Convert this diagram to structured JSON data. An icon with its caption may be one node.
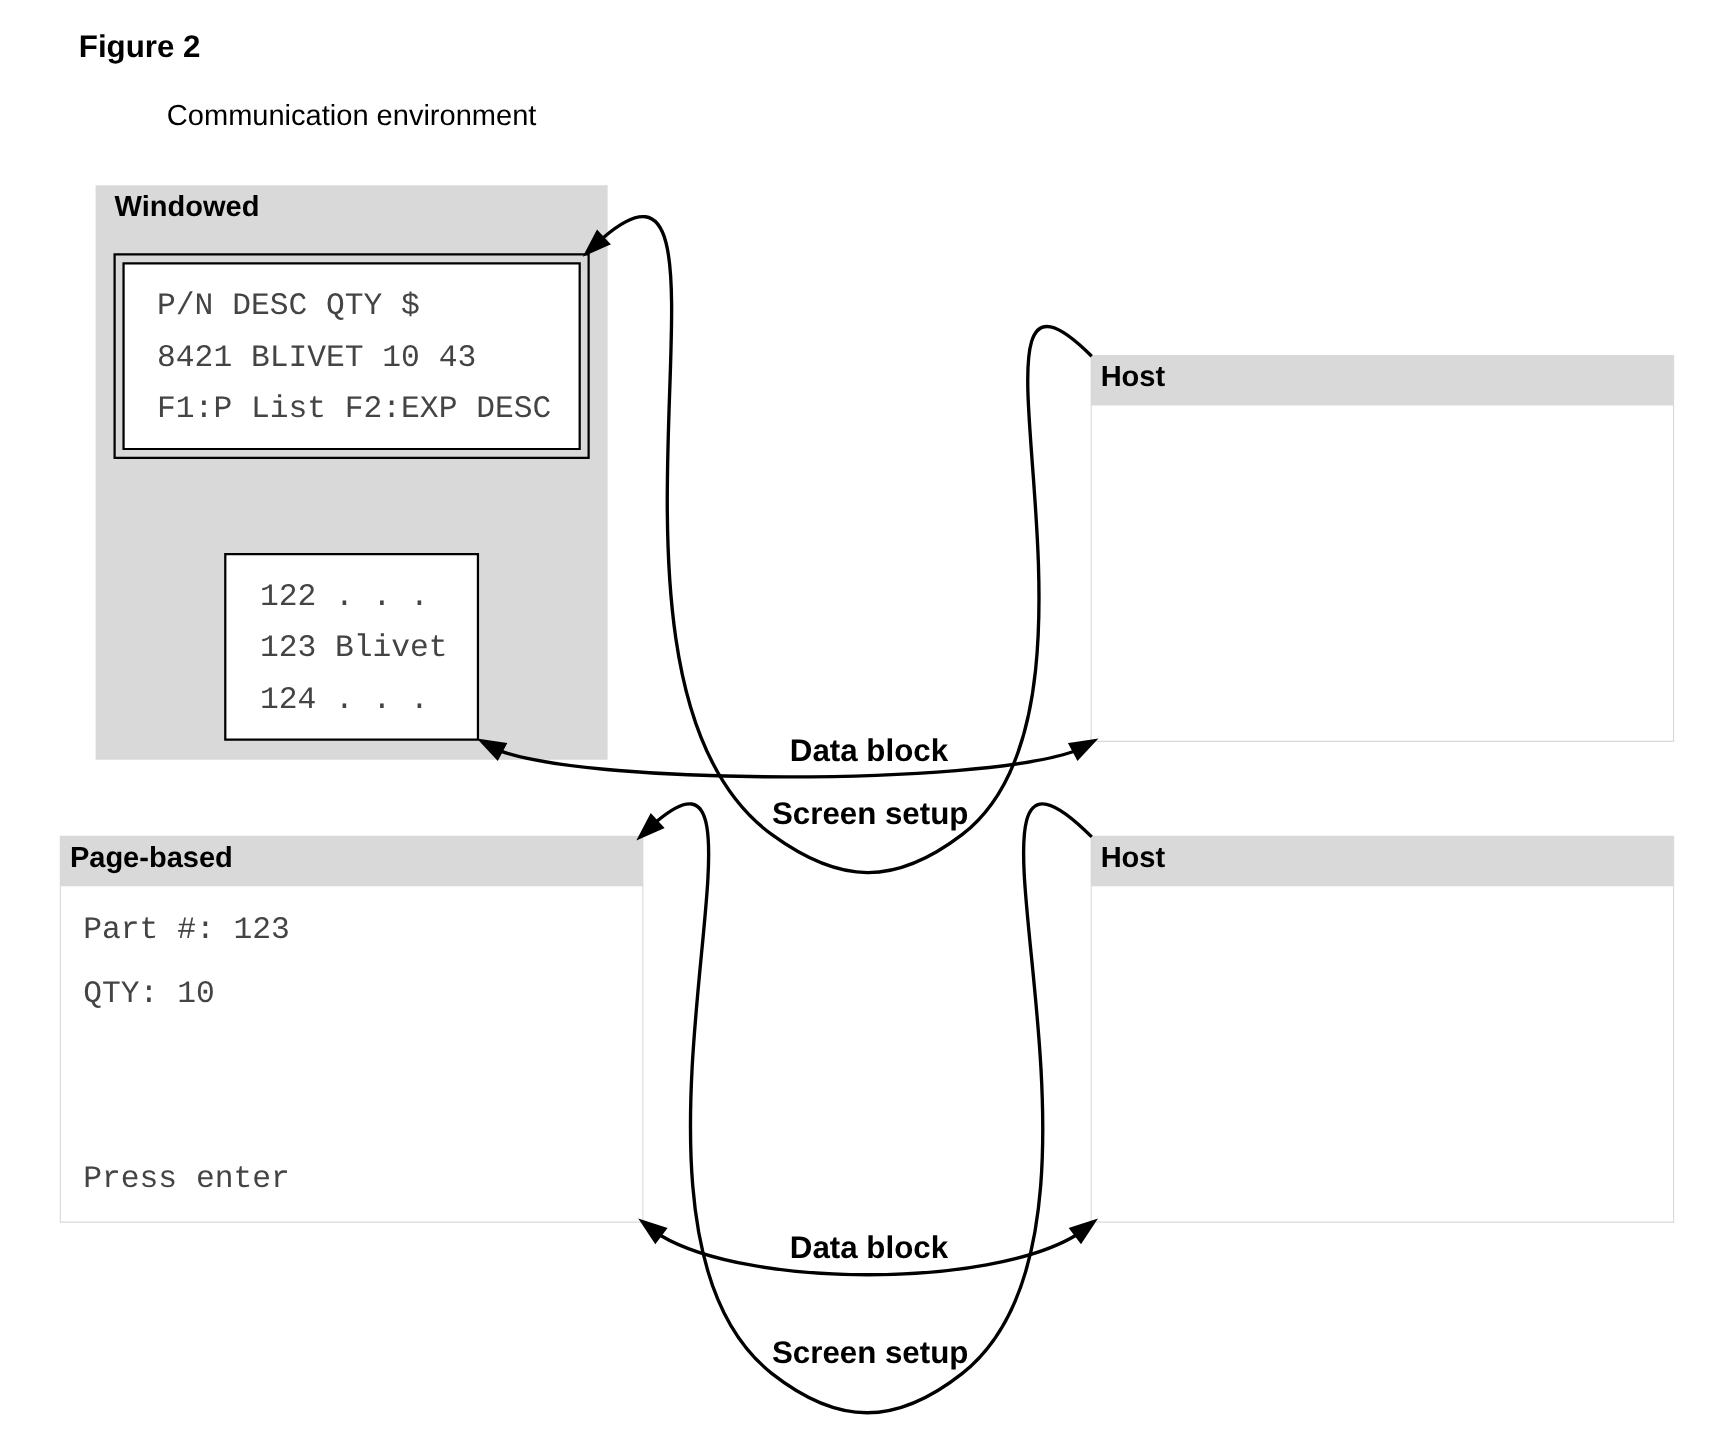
{
  "diagram": {
    "title": "Figure 2",
    "nodes": [
      {
        "text": [
          "Page-based",
          "Part #: 123",
          "QTY: 10",
          "Press enter"
        ]
      },
      {
        "text": [
          "Host"
        ]
      },
      {
        "text": [
          "Windowed"
        ]
      },
      {
        "text": [
          "P/N DESC QTY $",
          "8421 BLIVET 10 43",
          "F1:P List F2:EXP DESC"
        ],
        "in": 2
      },
      {
        "text": [
          "122 . . .",
          "123 Blivet",
          "124 . . ."
        ],
        "in": 2
      },
      {
        "text": [
          "Host"
        ]
      }
    ],
    "edges": [
      {
        "from": 1,
        "to": 0,
        "arrow": "to",
        "label": "Screen setup"
      },
      {
        "from": 0,
        "to": 1,
        "arrow": "both",
        "label": "Data block"
      },
      {
        "from": 5,
        "to": 3,
        "arrow": "to",
        "label": "Screen setup"
      },
      {
        "from": 4,
        "to": 5,
        "arrow": "both",
        "label": "Data block"
      }
    ],
    "labels": [
      "Communication environment"
    ]
  }
}
